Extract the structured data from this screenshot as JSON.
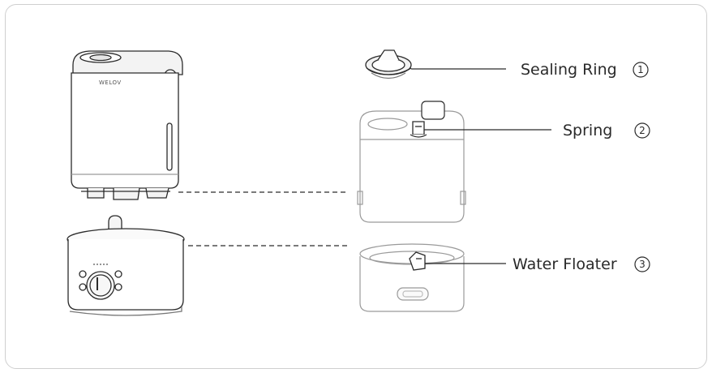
{
  "brand": "WELOV",
  "callouts": [
    {
      "label": "Sealing Ring",
      "number": "1"
    },
    {
      "label": "Spring",
      "number": "2"
    },
    {
      "label": "Water Floater",
      "number": "3"
    }
  ],
  "colors": {
    "stroke": "#2b2b2b",
    "faint_stroke": "#9a9a9a",
    "frame": "#cfcfcf"
  }
}
